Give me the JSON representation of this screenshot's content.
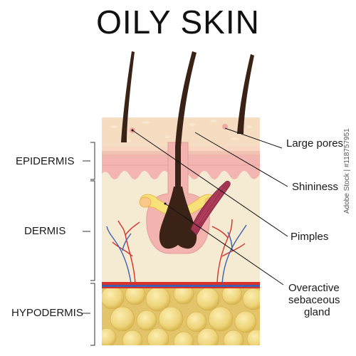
{
  "title": "OILY SKIN",
  "layers": {
    "epidermis": "EPIDERMIS",
    "dermis": "DERMIS",
    "hypodermis": "HYPODERMIS"
  },
  "callouts": {
    "large_pores": "Large pores",
    "shininess": "Shininess",
    "pimples": "Pimples",
    "sebaceous": [
      "Overactive",
      "sebaceous",
      "gland"
    ]
  },
  "watermark": "Adobe Stock | #118757951",
  "colors": {
    "surface": "#f6dcc0",
    "epidermis": "#f2b5b0",
    "dermis": "#f5ead2",
    "fat": "#eed47a",
    "hair": "#3a2316",
    "sebum": "#f7e27a",
    "artery": "#d9302a",
    "vein": "#3f5fb0"
  }
}
